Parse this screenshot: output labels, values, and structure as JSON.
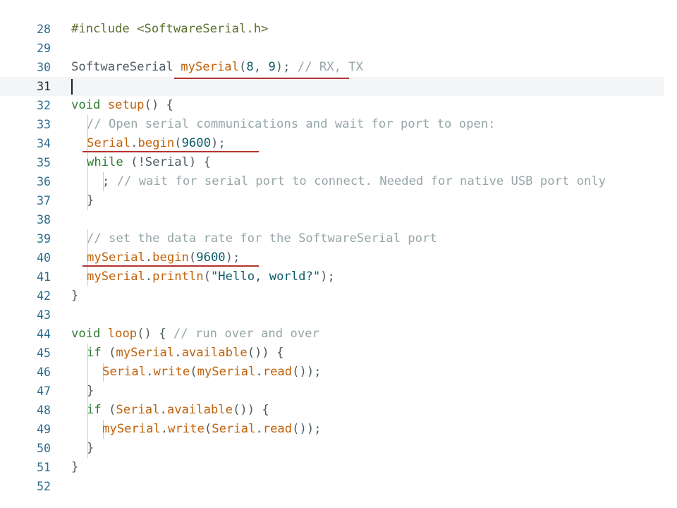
{
  "editor": {
    "current_line": "31",
    "lines": [
      {
        "n": "28",
        "segs": [
          {
            "t": "#include <SoftwareSerial.h>",
            "c": "tk-pre"
          }
        ]
      },
      {
        "n": "29",
        "segs": []
      },
      {
        "n": "30",
        "segs": [
          {
            "t": "SoftwareSerial ",
            "c": "tk-cls"
          },
          {
            "t": "mySerial",
            "c": "tk-obj"
          },
          {
            "t": "(",
            "c": "tk-op"
          },
          {
            "t": "8",
            "c": "tk-num"
          },
          {
            "t": ", ",
            "c": "tk-op"
          },
          {
            "t": "9",
            "c": "tk-num"
          },
          {
            "t": "); ",
            "c": "tk-op"
          },
          {
            "t": "// RX, TX",
            "c": "tk-com"
          }
        ]
      },
      {
        "n": "31",
        "segs": []
      },
      {
        "n": "32",
        "segs": [
          {
            "t": "void ",
            "c": "tk-kw"
          },
          {
            "t": "setup",
            "c": "tk-fn"
          },
          {
            "t": "() {",
            "c": "tk-op"
          }
        ]
      },
      {
        "n": "33",
        "indent": 1,
        "segs": [
          {
            "t": "// Open serial communications and wait for port to open:",
            "c": "tk-com"
          }
        ]
      },
      {
        "n": "34",
        "indent": 1,
        "segs": [
          {
            "t": "Serial",
            "c": "tk-obj"
          },
          {
            "t": ".",
            "c": "tk-op"
          },
          {
            "t": "begin",
            "c": "tk-fn"
          },
          {
            "t": "(",
            "c": "tk-op"
          },
          {
            "t": "9600",
            "c": "tk-num"
          },
          {
            "t": ");",
            "c": "tk-op"
          }
        ]
      },
      {
        "n": "35",
        "indent": 1,
        "segs": [
          {
            "t": "while",
            "c": "tk-kw"
          },
          {
            "t": " (!",
            "c": "tk-op"
          },
          {
            "t": "Serial",
            "c": "tk-cls"
          },
          {
            "t": ") {",
            "c": "tk-op"
          }
        ]
      },
      {
        "n": "36",
        "indent": 2,
        "segs": [
          {
            "t": "; ",
            "c": "tk-op"
          },
          {
            "t": "// wait for serial port to connect. Needed for native USB port only",
            "c": "tk-com"
          }
        ]
      },
      {
        "n": "37",
        "indent": 1,
        "segs": [
          {
            "t": "}",
            "c": "tk-op"
          }
        ]
      },
      {
        "n": "38",
        "segs": []
      },
      {
        "n": "39",
        "indent": 1,
        "segs": [
          {
            "t": "// set the data rate for the SoftwareSerial port",
            "c": "tk-com"
          }
        ]
      },
      {
        "n": "40",
        "indent": 1,
        "segs": [
          {
            "t": "mySerial",
            "c": "tk-obj"
          },
          {
            "t": ".",
            "c": "tk-op"
          },
          {
            "t": "begin",
            "c": "tk-fn"
          },
          {
            "t": "(",
            "c": "tk-op"
          },
          {
            "t": "9600",
            "c": "tk-num"
          },
          {
            "t": ");",
            "c": "tk-op"
          }
        ]
      },
      {
        "n": "41",
        "indent": 1,
        "segs": [
          {
            "t": "mySerial",
            "c": "tk-obj"
          },
          {
            "t": ".",
            "c": "tk-op"
          },
          {
            "t": "println",
            "c": "tk-fn"
          },
          {
            "t": "(",
            "c": "tk-op"
          },
          {
            "t": "\"Hello, world?\"",
            "c": "tk-str"
          },
          {
            "t": ");",
            "c": "tk-op"
          }
        ]
      },
      {
        "n": "42",
        "segs": [
          {
            "t": "}",
            "c": "tk-op"
          }
        ]
      },
      {
        "n": "43",
        "segs": []
      },
      {
        "n": "44",
        "segs": [
          {
            "t": "void ",
            "c": "tk-kw"
          },
          {
            "t": "loop",
            "c": "tk-fn"
          },
          {
            "t": "() { ",
            "c": "tk-op"
          },
          {
            "t": "// run over and over",
            "c": "tk-com"
          }
        ]
      },
      {
        "n": "45",
        "indent": 1,
        "segs": [
          {
            "t": "if",
            "c": "tk-kw"
          },
          {
            "t": " (",
            "c": "tk-op"
          },
          {
            "t": "mySerial",
            "c": "tk-obj"
          },
          {
            "t": ".",
            "c": "tk-op"
          },
          {
            "t": "available",
            "c": "tk-fn"
          },
          {
            "t": "()) {",
            "c": "tk-op"
          }
        ]
      },
      {
        "n": "46",
        "indent": 2,
        "segs": [
          {
            "t": "Serial",
            "c": "tk-obj"
          },
          {
            "t": ".",
            "c": "tk-op"
          },
          {
            "t": "write",
            "c": "tk-fn"
          },
          {
            "t": "(",
            "c": "tk-op"
          },
          {
            "t": "mySerial",
            "c": "tk-obj"
          },
          {
            "t": ".",
            "c": "tk-op"
          },
          {
            "t": "read",
            "c": "tk-fn"
          },
          {
            "t": "());",
            "c": "tk-op"
          }
        ]
      },
      {
        "n": "47",
        "indent": 1,
        "segs": [
          {
            "t": "}",
            "c": "tk-op"
          }
        ]
      },
      {
        "n": "48",
        "indent": 1,
        "segs": [
          {
            "t": "if",
            "c": "tk-kw"
          },
          {
            "t": " (",
            "c": "tk-op"
          },
          {
            "t": "Serial",
            "c": "tk-obj"
          },
          {
            "t": ".",
            "c": "tk-op"
          },
          {
            "t": "available",
            "c": "tk-fn"
          },
          {
            "t": "()) {",
            "c": "tk-op"
          }
        ]
      },
      {
        "n": "49",
        "indent": 2,
        "segs": [
          {
            "t": "mySerial",
            "c": "tk-obj"
          },
          {
            "t": ".",
            "c": "tk-op"
          },
          {
            "t": "write",
            "c": "tk-fn"
          },
          {
            "t": "(",
            "c": "tk-op"
          },
          {
            "t": "Serial",
            "c": "tk-obj"
          },
          {
            "t": ".",
            "c": "tk-op"
          },
          {
            "t": "read",
            "c": "tk-fn"
          },
          {
            "t": "());",
            "c": "tk-op"
          }
        ]
      },
      {
        "n": "50",
        "indent": 1,
        "segs": [
          {
            "t": "}",
            "c": "tk-op"
          }
        ]
      },
      {
        "n": "51",
        "segs": [
          {
            "t": "}",
            "c": "tk-op"
          }
        ]
      },
      {
        "n": "52",
        "segs": []
      }
    ]
  },
  "annotations": {
    "underline_color": "#b5332e",
    "underlined_lines": [
      "30",
      "34",
      "40"
    ]
  }
}
